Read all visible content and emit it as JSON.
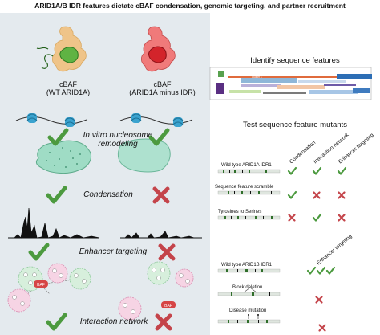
{
  "title": "ARID1A/B IDR features dictate cBAF condensation, genomic targeting, and partner recruitment",
  "left": {
    "complexes": [
      {
        "name": "cBAF",
        "detail": "(WT ARID1A)"
      },
      {
        "name": "cBAF",
        "detail": "(ARID1A minus IDR)"
      }
    ],
    "steps": [
      {
        "label": "In vitro nucleosome remodeling",
        "line1": "In vitro nucleosome",
        "line2": "remodeling",
        "wt": "check",
        "minus_idr": "check"
      },
      {
        "label": "Condensation",
        "wt": "check",
        "minus_idr": "cross"
      },
      {
        "label": "Enhancer targeting",
        "wt": "check",
        "minus_idr": "cross"
      },
      {
        "label": "Interaction network",
        "wt": "check",
        "minus_idr": "cross"
      }
    ],
    "network_node_label": "BAF"
  },
  "right": {
    "identify_heading": "Identify sequence features",
    "heatmap_cluster_label": "Cluster 1",
    "test_heading": "Test sequence feature mutants",
    "column_headers": [
      "Condensation",
      "Interaction network",
      "Enhancer targeting"
    ],
    "mutants": [
      {
        "name": "Wild type ARID1A IDR1",
        "condensation": "check",
        "interaction_network": "check",
        "enhancer_targeting": "check"
      },
      {
        "name": "Sequence feature scramble",
        "condensation": "check",
        "interaction_network": "cross",
        "enhancer_targeting": "cross"
      },
      {
        "name": "Tyrosines to Serines",
        "condensation": "cross",
        "interaction_network": "check",
        "enhancer_targeting": "cross"
      }
    ],
    "arid1b_header": "Enhancer targeting",
    "arid1b_rows": [
      {
        "name": "Wild type ARID1B IDR1",
        "enhancer_targeting": "check"
      },
      {
        "name": "Block deletion",
        "enhancer_targeting": "cross"
      },
      {
        "name": "Disease mutation",
        "enhancer_targeting": "cross"
      }
    ]
  },
  "colors": {
    "left_background": "#e4eaee",
    "check": "#4c9a3f",
    "cross": "#c4444a",
    "wt_complex": "#efc489",
    "idr_domain": "#5fb343",
    "mutant_complex": "#e35a5c",
    "nucleosome": "#3aa3cf",
    "condensate": "#9fdcc5",
    "baf_node": "#d64545",
    "interactor_pink": "#e9a6c6",
    "interactor_green": "#b6e0c0"
  }
}
